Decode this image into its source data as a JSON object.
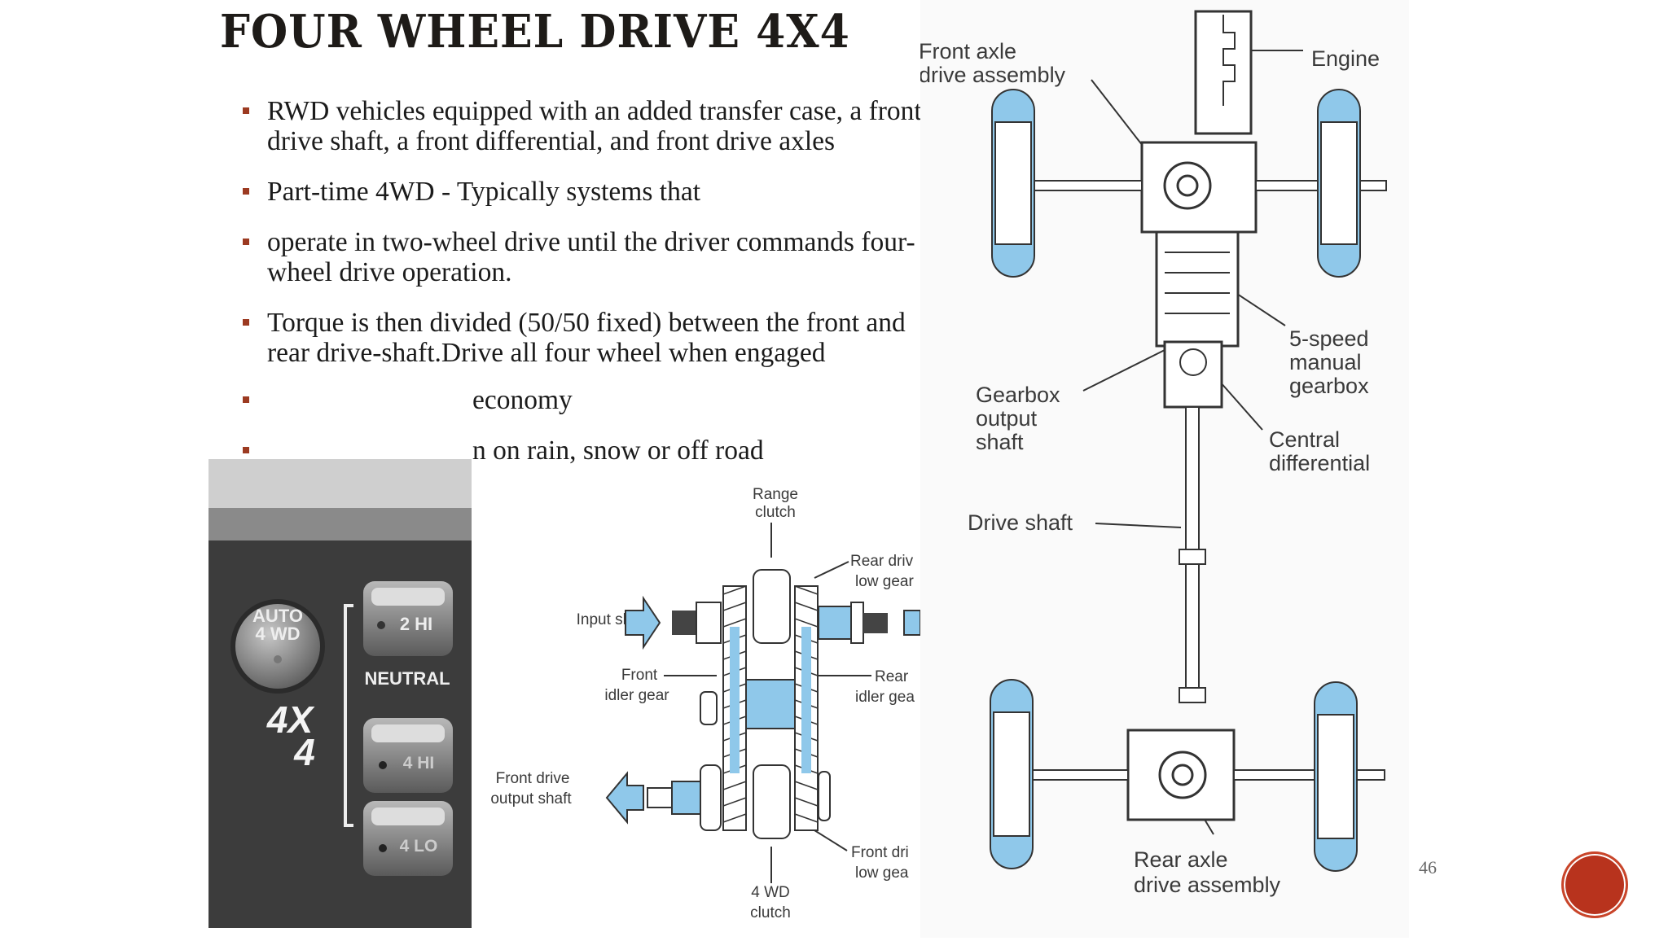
{
  "slide": {
    "title": "FOUR WHEEL DRIVE 4X4",
    "page_number": "46"
  },
  "bullets": [
    "RWD vehicles equipped with an added transfer case, a front drive shaft, a front differential, and front drive axles",
    "Part-time 4WD - Typically systems that",
    "operate in two-wheel drive until the driver commands four-wheel drive operation.",
    "Torque is then divided (50/50 fixed) between the front and rear drive-shaft.Drive all four wheel when engaged",
    "economy",
    "n on rain, snow or off road"
  ],
  "photo": {
    "auto_button": "AUTO\n4 WD",
    "auto_line1": "AUTO",
    "auto_line2": "4 WD",
    "btn_2hi": "2 HI",
    "neutral": "NEUTRAL",
    "btn_4hi": "4 HI",
    "btn_4lo": "4 LO",
    "badge_top": "4X",
    "badge_bottom": "4"
  },
  "transfer_case": {
    "range_clutch": [
      "Range",
      "clutch"
    ],
    "input_shaft": "Input shaft",
    "rear_drive_low": [
      "Rear driv",
      "low gear"
    ],
    "front_idler": [
      "Front",
      "idler gear"
    ],
    "rear_idler": [
      "Rear",
      "idler gea"
    ],
    "front_drive_output": [
      "Front drive",
      "output shaft"
    ],
    "front_drive_low": [
      "Front dri",
      "low gea"
    ],
    "four_wd_clutch": [
      "4 WD",
      "clutch"
    ]
  },
  "drivetrain": {
    "front_axle": [
      "Front axle",
      "drive assembly"
    ],
    "engine": "Engine",
    "gearbox_5speed": [
      "5-speed",
      "manual",
      "gearbox"
    ],
    "gearbox_output": [
      "Gearbox",
      "output",
      "shaft"
    ],
    "central_diff": [
      "Central",
      "differential"
    ],
    "drive_shaft": "Drive shaft",
    "rear_axle": [
      "Rear axle",
      "drive assembly"
    ]
  },
  "colors": {
    "accent": "#9c3a21",
    "diagram_blue": "#8fc8ea",
    "logo": "#b8331d"
  }
}
